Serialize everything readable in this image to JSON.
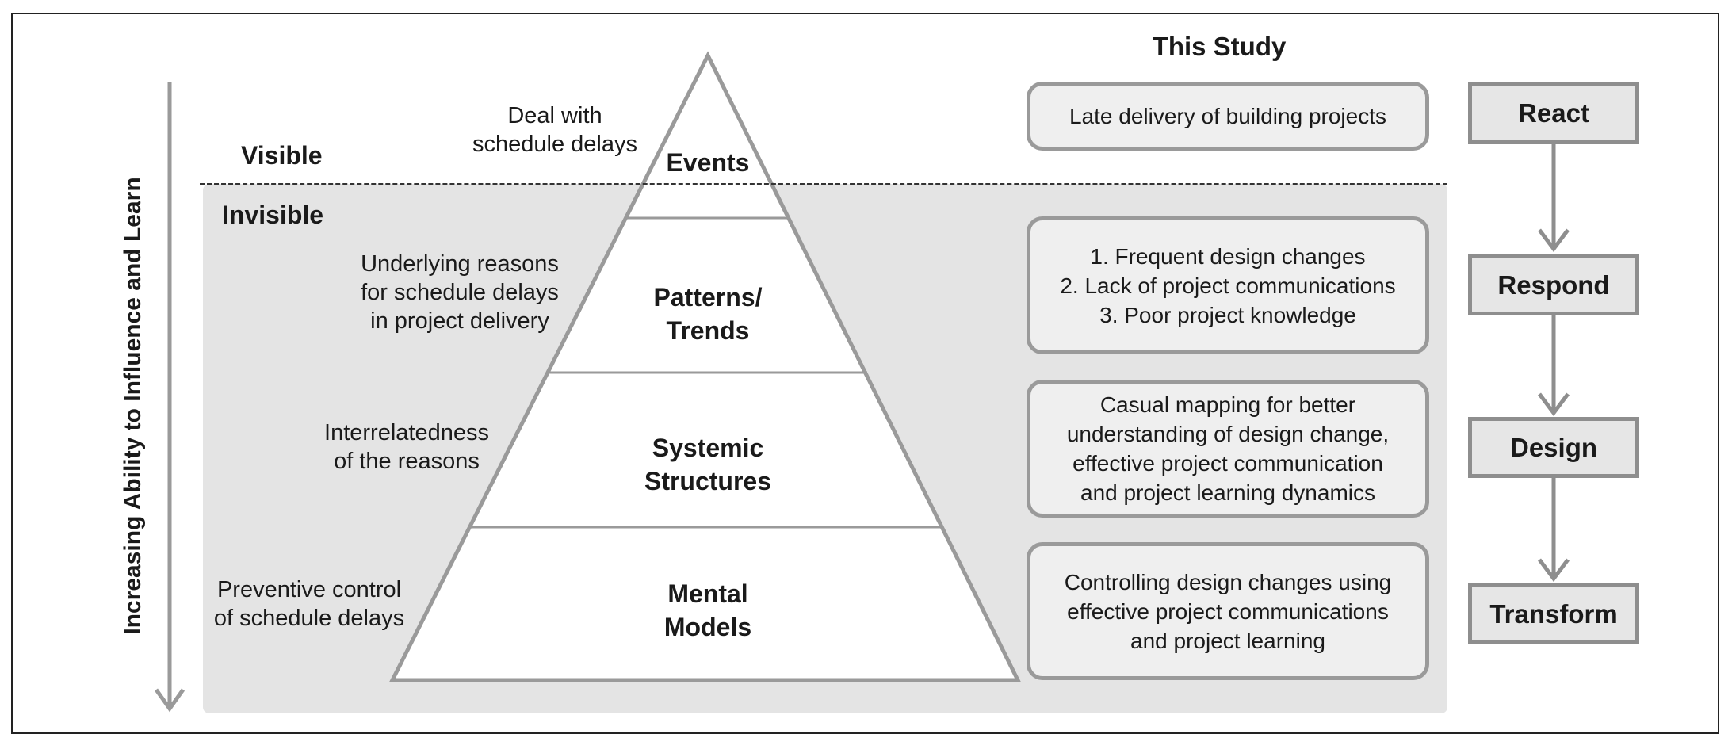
{
  "axis_label": "Increasing Ability to Influence and Learn",
  "zones": {
    "visible": "Visible",
    "invisible": "Invisible"
  },
  "pyramid": {
    "tiers": [
      {
        "label": "Events",
        "annotation": "Deal with\nschedule delays"
      },
      {
        "label": "Patterns/\nTrends",
        "annotation": "Underlying reasons\nfor schedule delays\nin project delivery"
      },
      {
        "label": "Systemic\nStructures",
        "annotation": "Interrelatedness\nof the reasons"
      },
      {
        "label": "Mental\nModels",
        "annotation": "Preventive control\nof schedule delays"
      }
    ]
  },
  "study": {
    "title": "This Study",
    "items": [
      "Late delivery of building projects",
      "1. Frequent design changes\n2. Lack of project communications\n3. Poor project knowledge",
      "Casual mapping for better\nunderstanding of design change,\neffective project communication\nand project learning dynamics",
      "Controlling design changes using\neffective project communications\nand project learning"
    ]
  },
  "actions": [
    "React",
    "Respond",
    "Design",
    "Transform"
  ],
  "colors": {
    "line": "#9a9a9a",
    "zone_fill": "#e4e4e4",
    "box_fill": "#efefef",
    "text": "#1a1a1a"
  }
}
